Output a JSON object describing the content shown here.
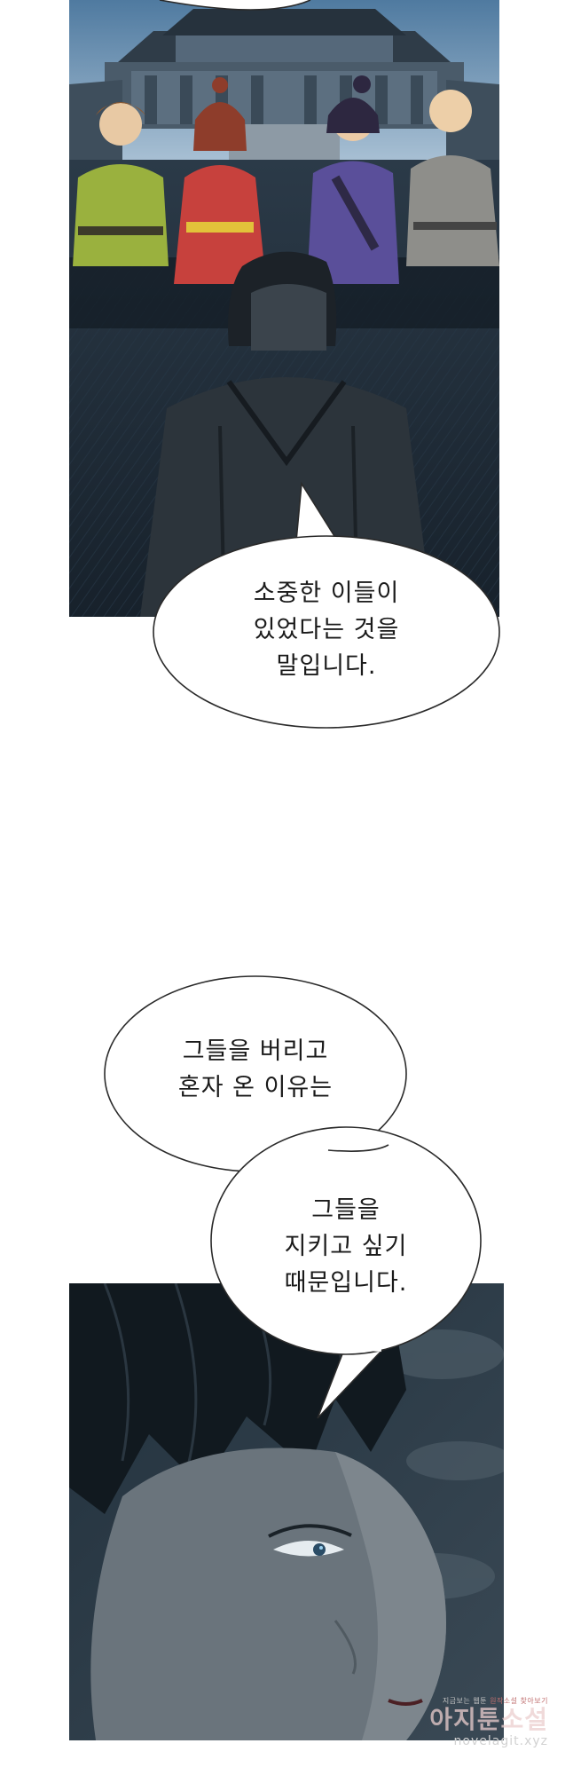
{
  "bubbles": {
    "first": {
      "lines": [
        "소중한 이들이",
        "있었다는 것을",
        "말입니다."
      ]
    },
    "second": {
      "lines": [
        "그들을 버리고",
        "혼자 온 이유는"
      ]
    },
    "third": {
      "lines": [
        "그들을",
        "지키고 싶기",
        "때문입니다."
      ]
    }
  },
  "watermark": {
    "tagline_start": "지금보는 웹툰",
    "tagline_highlight": "원작소설 찾아보기",
    "brand": "아지툰소설",
    "url": "novelagit.xyz"
  },
  "colors": {
    "panel_dark": "#1e2a36",
    "sky": "#6a8fb0",
    "bubble_fill": "#ffffff",
    "bubble_stroke": "#2a2a2a"
  }
}
